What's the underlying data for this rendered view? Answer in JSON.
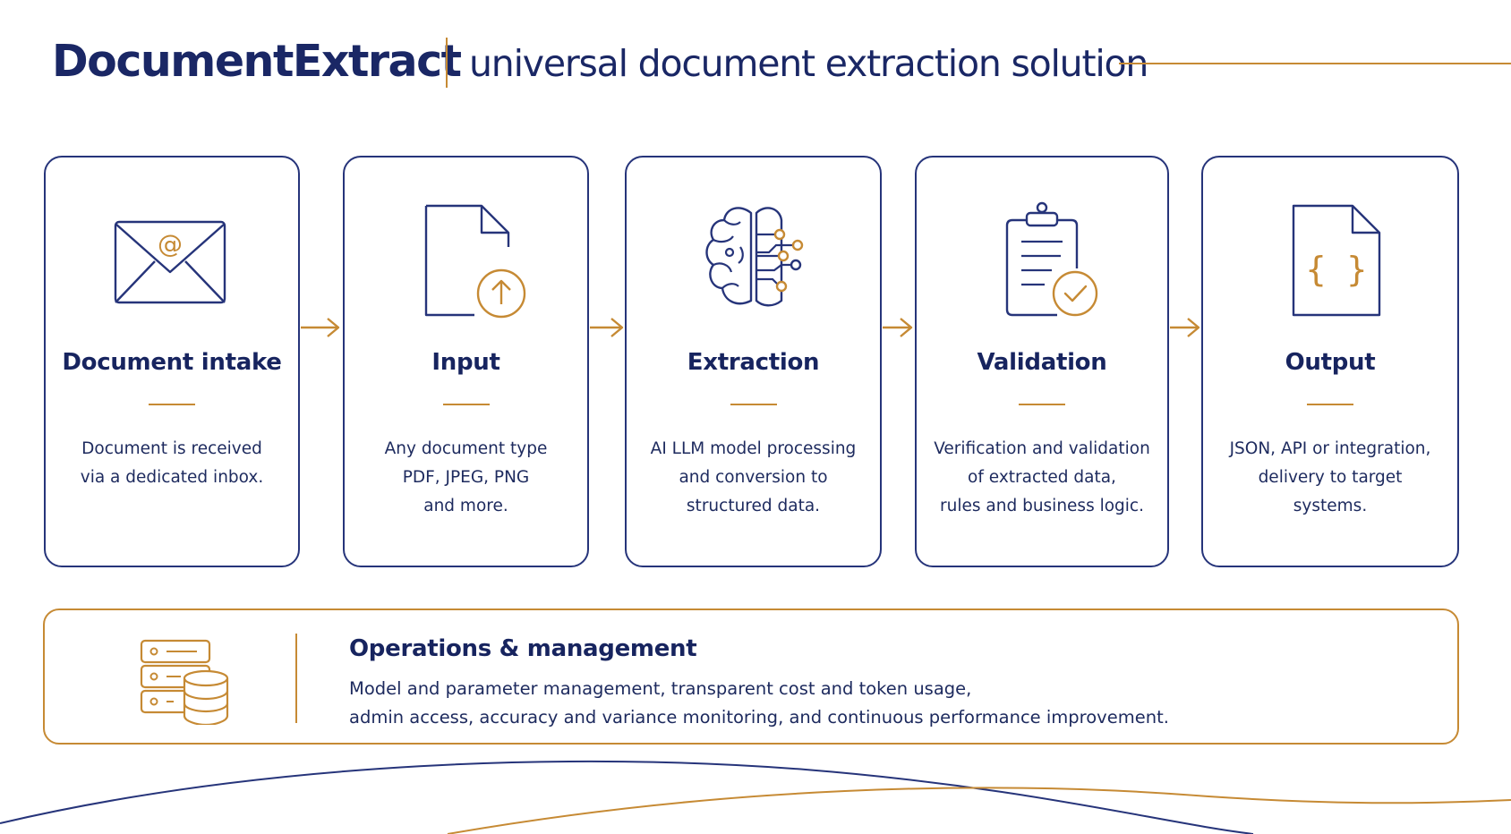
{
  "header": {
    "brand": "DocumentExtract",
    "tagline": "universal document extraction solution"
  },
  "steps": [
    {
      "title": "Document intake",
      "icon": "envelope-at-icon",
      "desc": [
        "Document is received",
        "via a dedicated inbox."
      ]
    },
    {
      "title": "Input",
      "icon": "document-upload-icon",
      "desc": [
        "Any document type",
        "PDF, JPEG, PNG",
        "and more."
      ]
    },
    {
      "title": "Extraction",
      "icon": "brain-circuit-icon",
      "desc": [
        "AI LLM model processing",
        "and conversion to",
        "structured data."
      ]
    },
    {
      "title": "Validation",
      "icon": "clipboard-check-icon",
      "desc": [
        "Verification and validation",
        "of extracted data,",
        "rules and business logic."
      ]
    },
    {
      "title": "Output",
      "icon": "json-file-icon",
      "desc": [
        "JSON, API or integration,",
        "delivery to target",
        "systems."
      ]
    }
  ],
  "ops": {
    "title": "Operations & management",
    "icon": "server-database-icon",
    "lines": [
      "Model and parameter management, transparent cost and token usage,",
      "admin access, accuracy and variance monitoring, and continuous performance improvement."
    ]
  },
  "colors": {
    "navy": "#1a2765",
    "gold": "#c68a34",
    "background": "#ffffff"
  }
}
